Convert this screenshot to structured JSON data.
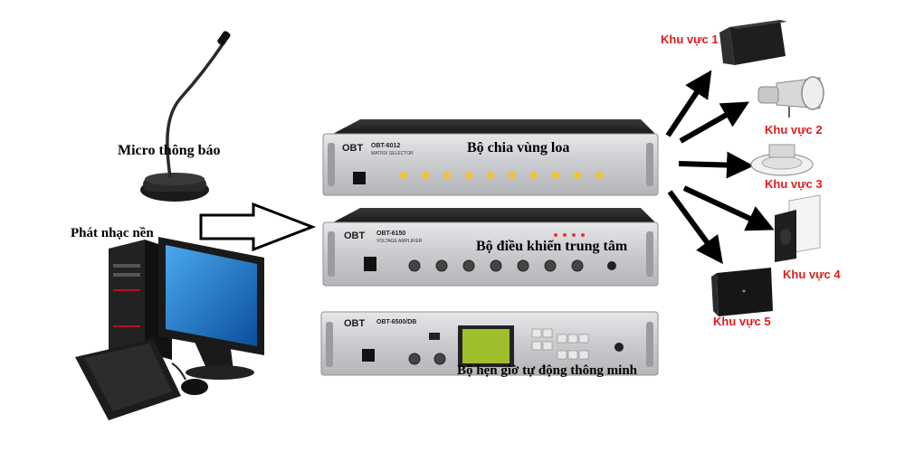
{
  "labels": {
    "microphone": "Micro thông báo",
    "background_music": "Phát nhạc nền",
    "zone_selector": "Bộ chia vùng loa",
    "central_controller": "Bộ điều khiển trung tâm",
    "timer": "Bộ hẹn giờ tự động thông minh"
  },
  "zones": [
    "Khu vực 1",
    "Khu vực 2",
    "Khu vực 3",
    "Khu vực 4",
    "Khu vực 5"
  ],
  "devices": {
    "brand": "OBT",
    "selector_model": "OBT-6012",
    "selector_sub": "MATRIX SELECTOR",
    "amplifier_model": "OBT-6150",
    "amplifier_sub": "VOLTAGE AMPLIFIER",
    "timer_model": "OBT-6500/DB"
  },
  "colors": {
    "zone_label": "#e01b1b",
    "arrow": "#000000",
    "panel": "#cfd1d4"
  }
}
